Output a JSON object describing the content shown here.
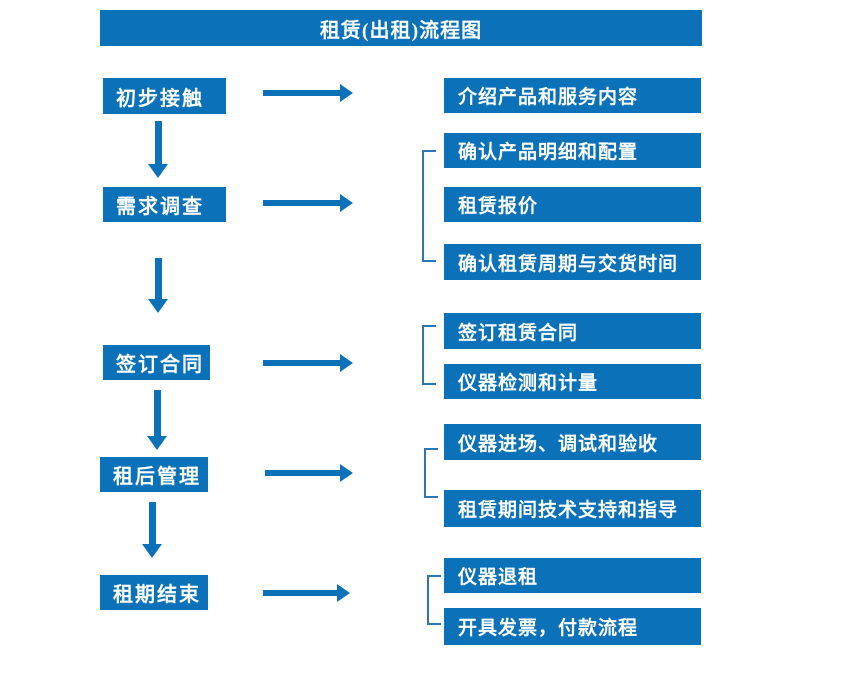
{
  "title": "租赁(出租)流程图",
  "colors": {
    "box_blue": "#0b72b9",
    "bracket_blue": "#2e75b6",
    "text_white": "#ffffff",
    "background": "#ffffff"
  },
  "left_steps": [
    {
      "label": "初步接触"
    },
    {
      "label": "需求调查"
    },
    {
      "label": "签订合同"
    },
    {
      "label": "租后管理"
    },
    {
      "label": "租期结束"
    }
  ],
  "detail_boxes": [
    {
      "label": "介绍产品和服务内容"
    },
    {
      "label": "确认产品明细和配置"
    },
    {
      "label": "租赁报价"
    },
    {
      "label": "确认租赁周期与交货时间"
    },
    {
      "label": "签订租赁合同"
    },
    {
      "label": "仪器检测和计量"
    },
    {
      "label": "仪器进场、调试和验收"
    },
    {
      "label": "租赁期间技术支持和指导"
    },
    {
      "label": "仪器退租"
    },
    {
      "label": "开具发票，付款流程"
    }
  ],
  "groups": [
    {
      "step": 0,
      "details": [
        0
      ]
    },
    {
      "step": 1,
      "details": [
        1,
        2,
        3
      ]
    },
    {
      "step": 2,
      "details": [
        4,
        5
      ]
    },
    {
      "step": 3,
      "details": [
        6,
        7
      ]
    },
    {
      "step": 4,
      "details": [
        8,
        9
      ]
    }
  ]
}
